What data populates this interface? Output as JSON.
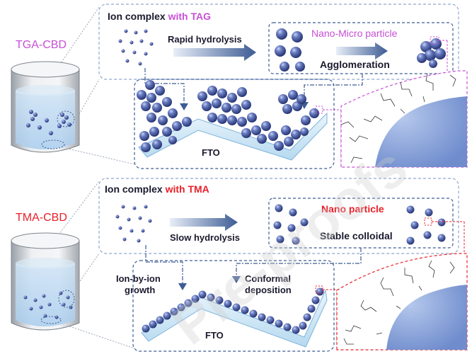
{
  "top": {
    "method": "TGA-CBD",
    "ion_prefix": "Ion complex ",
    "ion_agent": "with TAG",
    "hydrolysis": "Rapid hydrolysis",
    "particle": "Nano-Micro particle",
    "process": "Agglomeration",
    "substrate": "FTO"
  },
  "bottom": {
    "method": "TMA-CBD",
    "ion_prefix": "Ion complex ",
    "ion_agent": "with TMA",
    "hydrolysis": "Slow hydrolysis",
    "particle": "Nano particle",
    "process": "Stable colloidal",
    "growth_line1": "Ion-by-ion",
    "growth_line2": "growth",
    "deposition_line1": "Conformal",
    "deposition_line2": "deposition",
    "substrate": "FTO"
  },
  "watermark": "Pre-proofs",
  "colors": {
    "tga": "#c84fd6",
    "tma": "#e8202a",
    "sphere": "#3c4f9e",
    "frame": "#6d8fc4"
  }
}
